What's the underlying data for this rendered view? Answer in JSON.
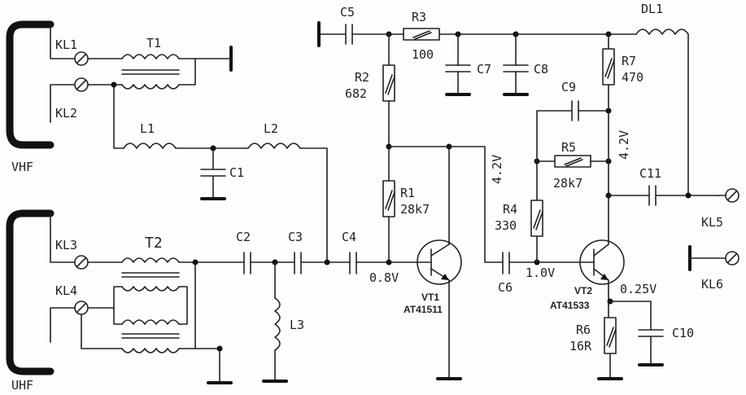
{
  "labels": {
    "vhf": "VHF",
    "uhf": "UHF",
    "kl1": "KL1",
    "kl2": "KL2",
    "kl3": "KL3",
    "kl4": "KL4",
    "kl5": "KL5",
    "kl6": "KL6",
    "t1": "T1",
    "t2": "T2",
    "l1": "L1",
    "l2": "L2",
    "l3": "L3",
    "dl1": "DL1",
    "c1": "C1",
    "c2": "C2",
    "c3": "C3",
    "c4": "C4",
    "c5": "C5",
    "c6": "C6",
    "c7": "C7",
    "c8": "C8",
    "c9": "C9",
    "c10": "C10",
    "c11": "C11",
    "r1": "R1",
    "r1_val": "28k7",
    "r2": "R2",
    "r2_val": "682",
    "r3": "R3",
    "r3_val": "100",
    "r4": "R4",
    "r4_val": "330",
    "r5": "R5",
    "r5_val": "28k7",
    "r6": "R6",
    "r6_val": "16R",
    "r7": "R7",
    "r7_val": "470",
    "vt1": "VT1",
    "vt1_type": "AT41511",
    "vt2": "VT2",
    "vt2_type": "AT41533",
    "v_base1": "0.8V",
    "v_base2": "1.0V",
    "v_emit2": "0.25V",
    "v_col1": "4.2V",
    "v_col2": "4.2V"
  }
}
